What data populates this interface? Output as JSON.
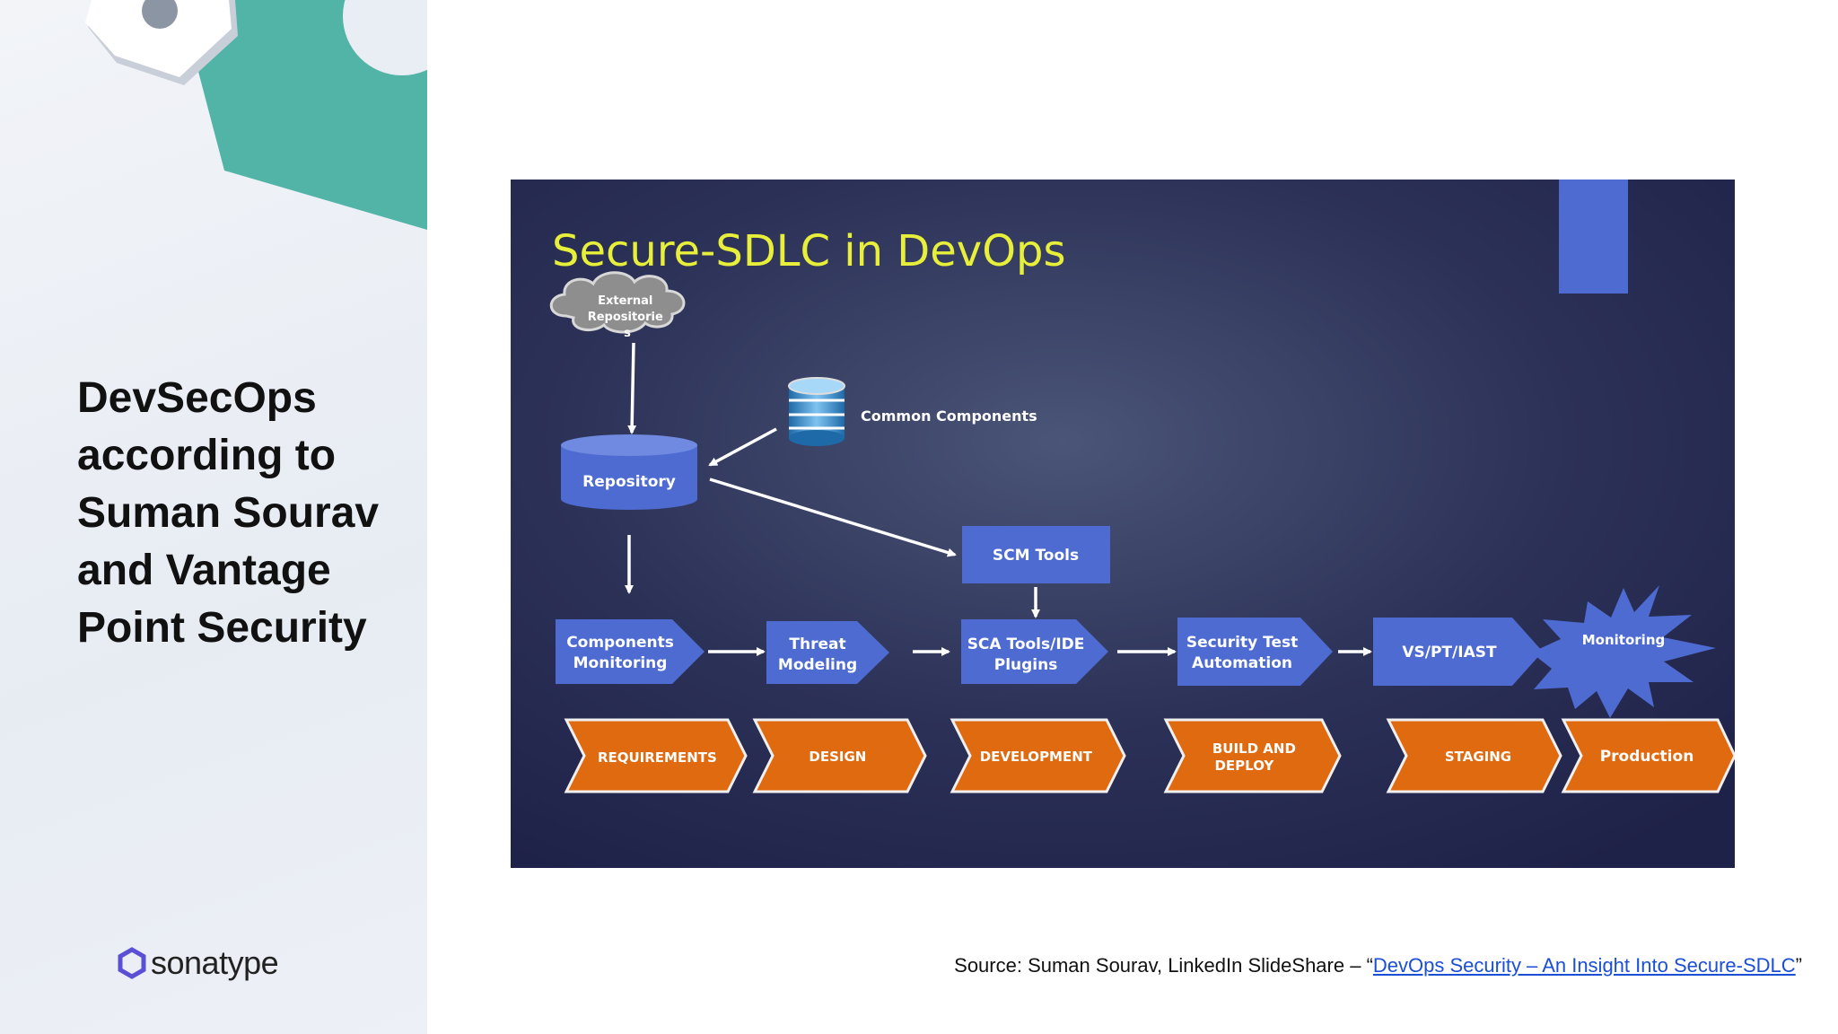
{
  "slide": {
    "title": "DevSecOps according to Suman Sourav and Vantage Point Security",
    "brand": "sonatype"
  },
  "diagram": {
    "title": "Secure-SDLC in DevOps",
    "cloud": [
      "External",
      "Repositorie",
      "s"
    ],
    "common": "Common Components",
    "repository": "Repository",
    "scm": "SCM Tools",
    "tools": [
      [
        "Components",
        "Monitoring"
      ],
      [
        "Threat",
        "Modeling"
      ],
      [
        "SCA Tools/IDE",
        "Plugins"
      ],
      [
        "Security Test",
        "Automation"
      ],
      [
        "VS/PT/IAST"
      ]
    ],
    "monitoring": "Monitoring",
    "phases": [
      [
        "REQUIREMENTS"
      ],
      [
        "DESIGN"
      ],
      [
        "DEVELOPMENT"
      ],
      [
        "BUILD AND",
        "DEPLOY"
      ],
      [
        "STAGING"
      ],
      [
        "Production"
      ]
    ],
    "colors": {
      "background": "#2b2f52",
      "title": "#e8ef3a",
      "box": "#4d6bd0",
      "phase": "#e06a10"
    }
  },
  "source": {
    "prefix": "Source: Suman Sourav, LinkedIn SlideShare – “",
    "link": "DevOps Security – An Insight Into Secure-SDLC",
    "suffix": "”"
  }
}
